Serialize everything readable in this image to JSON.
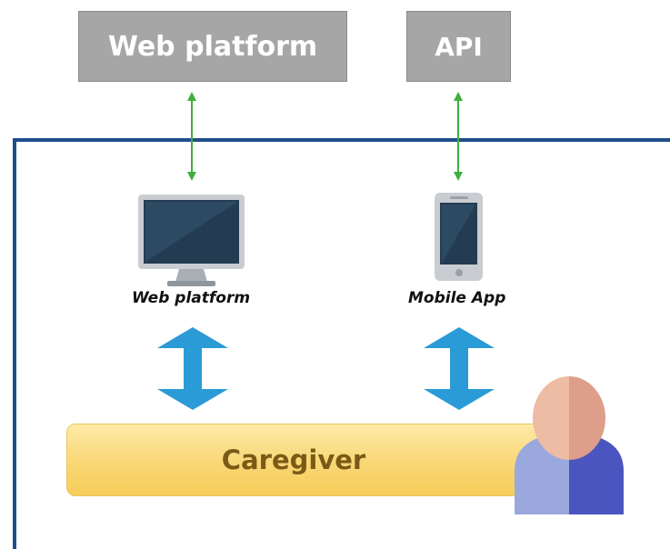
{
  "top_boxes": {
    "web": "Web platform",
    "api": "API"
  },
  "devices": {
    "web_label": "Web platform",
    "mobile_label": "Mobile App"
  },
  "actor": {
    "label": "Caregiver"
  },
  "colors": {
    "top_box_fill": "#a6a6a6",
    "frame_border": "#1f4e8c",
    "connector_green": "#3fae3f",
    "flow_arrow_blue": "#2a9bd6",
    "caregiver_bar": "#f9d775",
    "caregiver_text": "#7a5a16",
    "person_head_light": "#eebba4",
    "person_head_dark": "#dd9e8a",
    "person_body_light": "#9aa8de",
    "person_body_dark": "#4b55c0"
  },
  "icons": [
    "desktop-monitor-icon",
    "smartphone-icon",
    "person-icon",
    "double-arrow-icon"
  ]
}
